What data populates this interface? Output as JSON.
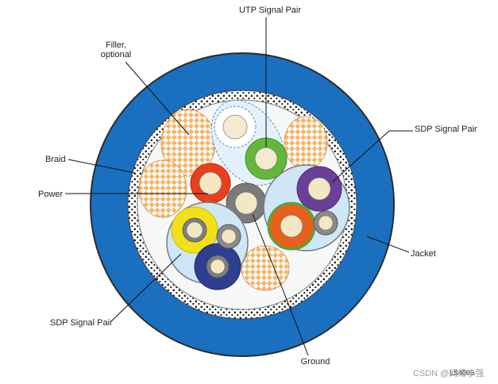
{
  "labels": {
    "utp_signal_pair": "UTP Signal Pair",
    "filler_line1": "Filler,",
    "filler_line2": "optional",
    "sdp_signal_pair_right": "SDP Signal Pair",
    "braid": "Braid",
    "power": "Power",
    "jacket": "Jacket",
    "sdp_signal_pair_left": "SDP Signal Pair",
    "ground": "Ground",
    "code": "LS4006"
  },
  "watermark": "CSDN @网络小强",
  "colors": {
    "jacket": "#1a6fbf",
    "braid_bg": "#ffffff",
    "braid_dots": "#1a1a1a",
    "core_fill": "#f6f8f8",
    "filler": "#f2a85a",
    "sdp_shield": "#cfe6f7",
    "power": "#e8401c",
    "ground": "#7b7b7b",
    "utp_pair": "#63b83a",
    "sdp_right_a": "#6a3f98",
    "sdp_right_b": "#e8601c",
    "sdp_left_a": "#f2e01a",
    "sdp_left_b": "#2e3f8f",
    "conductor": "#f3e7c4"
  }
}
